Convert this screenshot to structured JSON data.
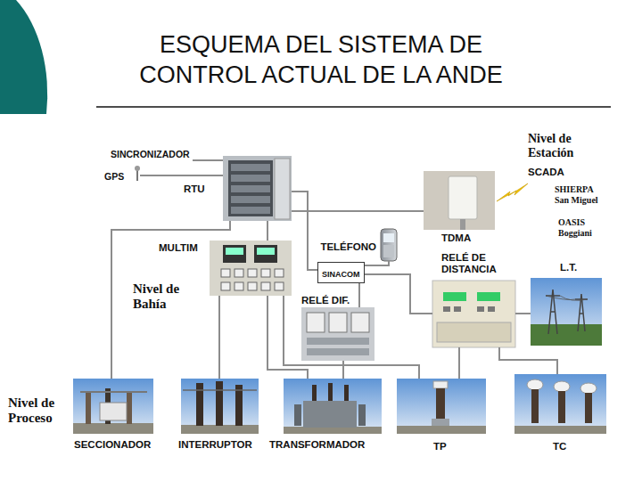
{
  "diagram": {
    "title": "ESQUEMA DEL SISTEMA DE CONTROL ACTUAL DE LA ANDE",
    "nodes": [
      {
        "text": [
          "RTU"
        ]
      },
      {
        "text": [
          "TDMA"
        ]
      },
      {
        "text": [
          "MULTIM"
        ]
      },
      {
        "text": [
          "TELÉFONO"
        ]
      },
      {
        "text": [
          "SINACOM"
        ]
      },
      {
        "text": [
          "RELÉ DE DISTANCIA"
        ]
      },
      {
        "text": [
          "RELÉ DIF."
        ]
      },
      {
        "text": [
          "L.T."
        ]
      },
      {
        "text": [
          "SECCIONADOR"
        ]
      },
      {
        "text": [
          "INTERRUPTOR"
        ]
      },
      {
        "text": [
          "TRANSFORMADOR"
        ]
      },
      {
        "text": [
          "TP"
        ]
      },
      {
        "text": [
          "TC"
        ]
      }
    ],
    "edges": [
      {
        "from": 0,
        "to": 1,
        "arrow": "none"
      },
      {
        "from": 0,
        "to": 4,
        "arrow": "none"
      },
      {
        "from": 3,
        "to": 4,
        "arrow": "none"
      },
      {
        "from": 4,
        "to": 6,
        "arrow": "none"
      },
      {
        "from": 4,
        "to": 5,
        "arrow": "none"
      },
      {
        "from": 0,
        "to": 2,
        "arrow": "none"
      },
      {
        "from": 0,
        "to": 8,
        "arrow": "none"
      },
      {
        "from": 2,
        "to": 9,
        "arrow": "none"
      },
      {
        "from": 2,
        "to": 10,
        "arrow": "none"
      },
      {
        "from": 6,
        "to": 10,
        "arrow": "none"
      },
      {
        "from": 5,
        "to": 11,
        "arrow": "none"
      },
      {
        "from": 5,
        "to": 12,
        "arrow": "none"
      },
      {
        "from": 5,
        "to": 7,
        "arrow": "none"
      },
      {
        "from": 2,
        "to": 11,
        "arrow": "none"
      }
    ],
    "labels": [
      "SINCRONIZADOR",
      "GPS",
      "Nivel de Estación",
      "SCADA",
      "SHIERPA San Miguel",
      "OASIS Boggiani",
      "Nivel de Bahía",
      "Nivel de Proceso"
    ]
  }
}
